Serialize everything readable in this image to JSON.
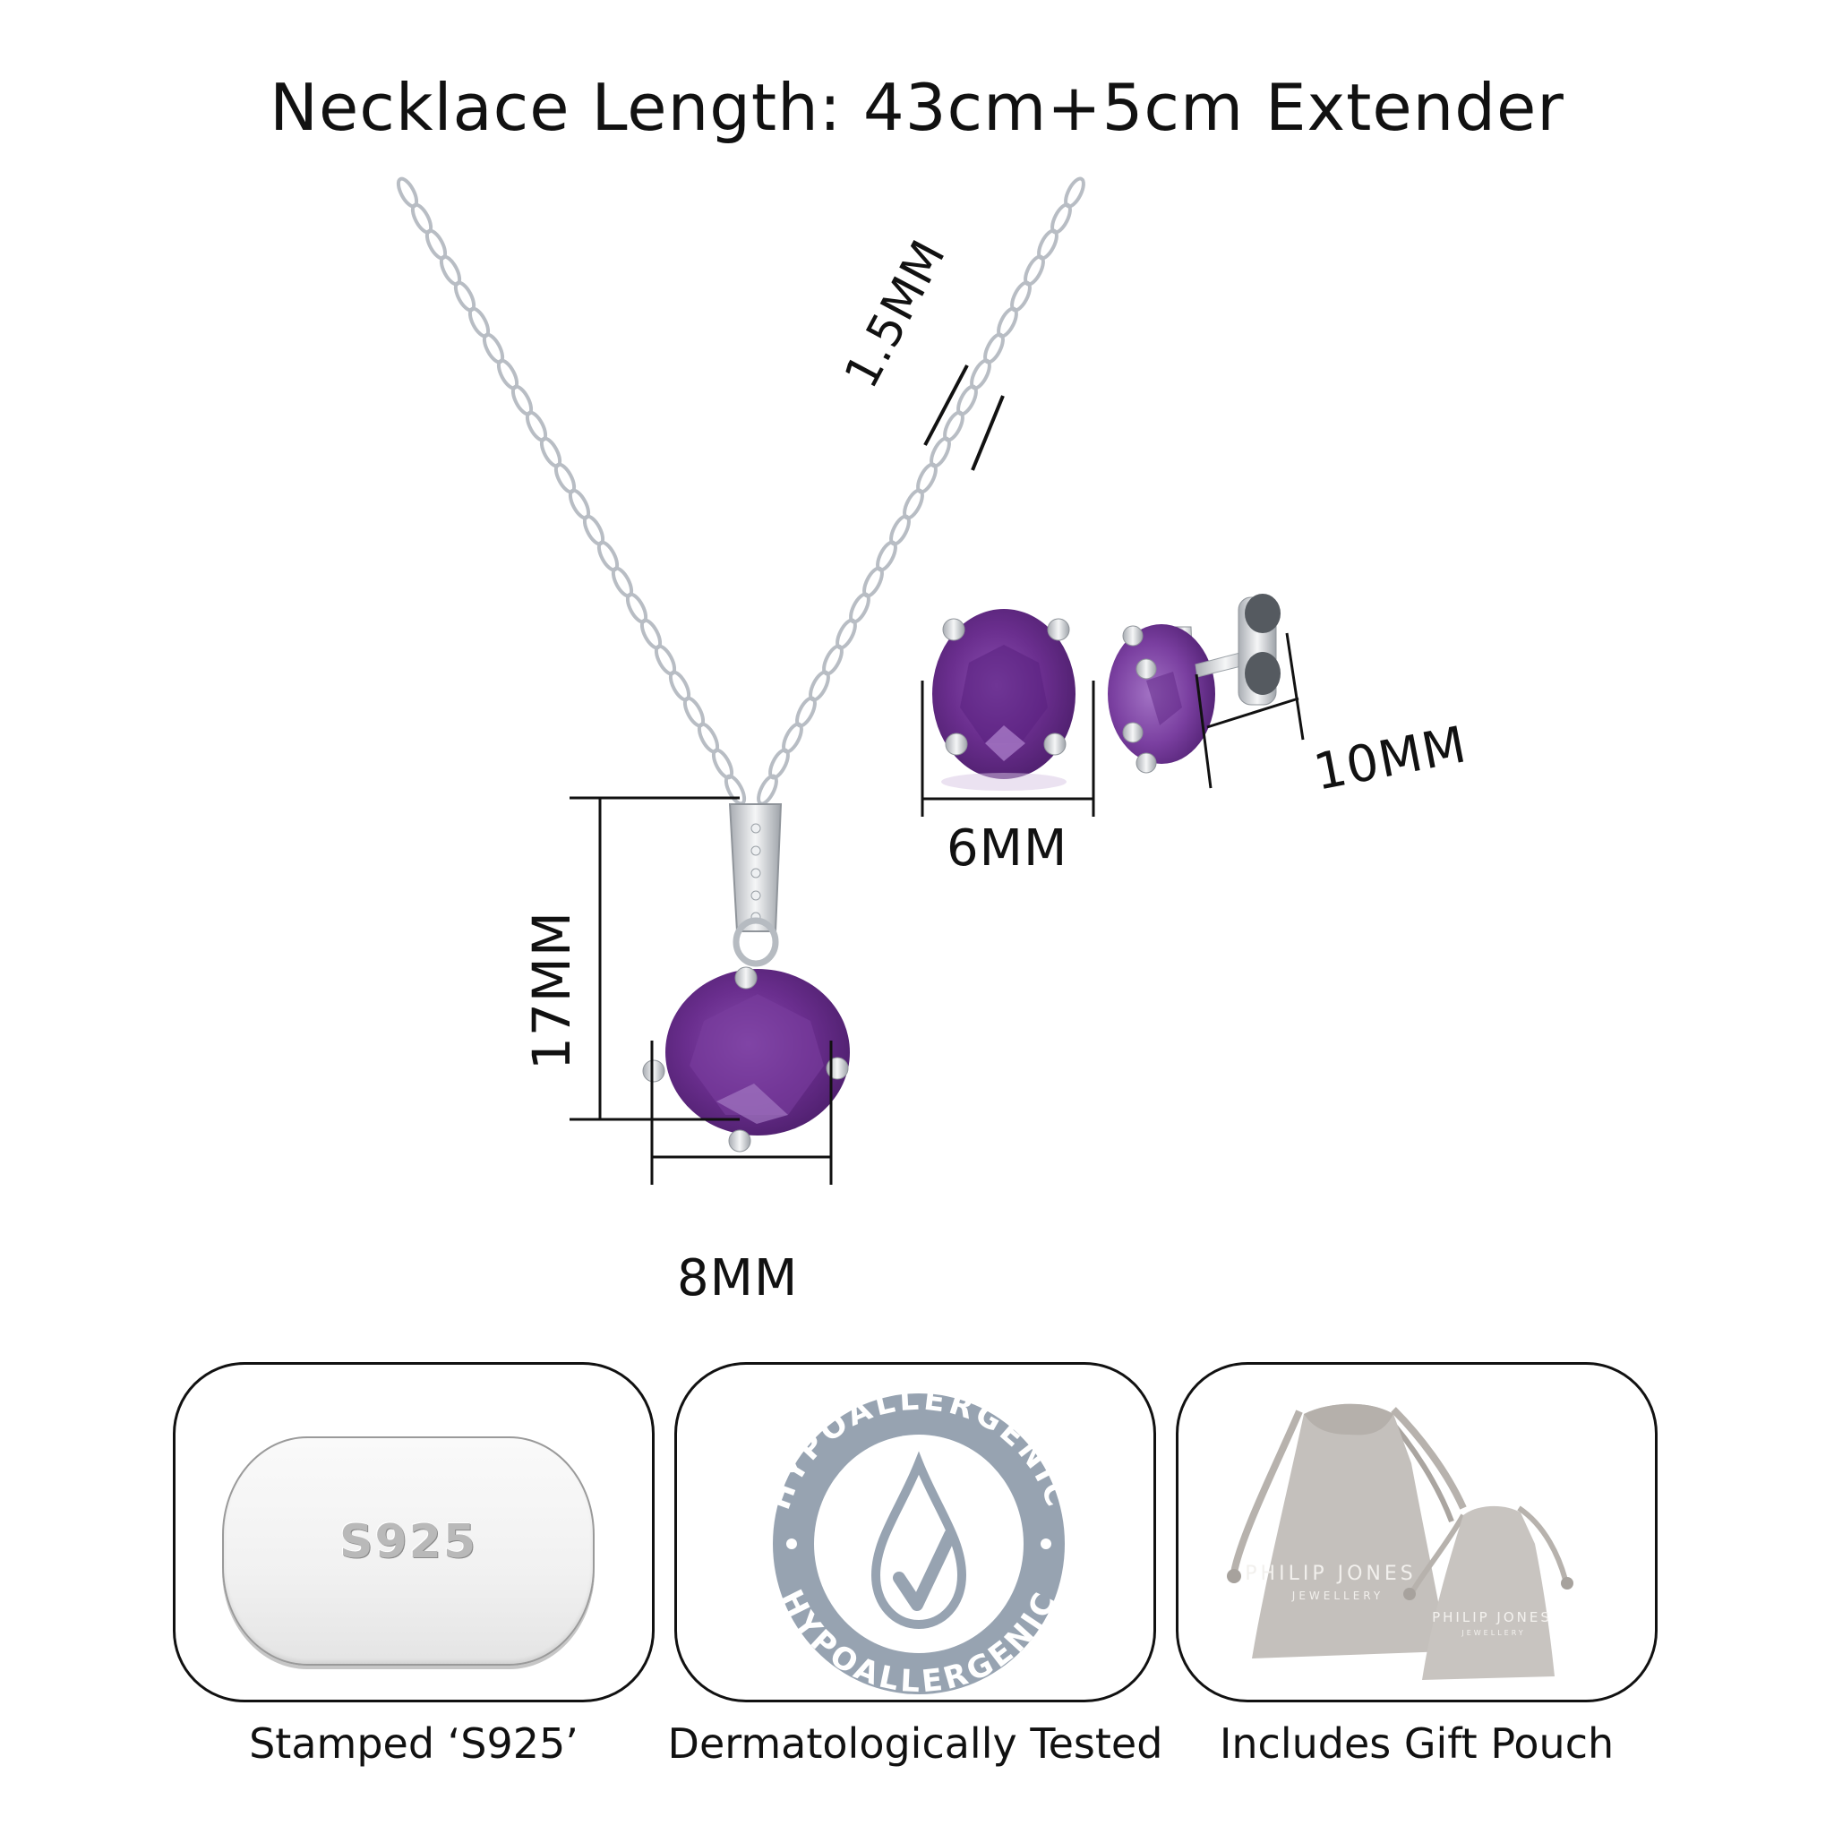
{
  "header": {
    "title": "Necklace Length: 43cm+5cm Extender"
  },
  "dimensions": {
    "chain_thickness": "1.5MM",
    "pendant_height": "17MM",
    "pendant_width": "8MM",
    "stud_width": "6MM",
    "stud_depth": "10MM"
  },
  "products": {
    "necklace": {
      "icon": "amethyst-pendant-necklace",
      "stone_color": "#6a2e8e"
    },
    "earrings": {
      "icon": "amethyst-stud-earrings",
      "stone_color": "#6b2f90"
    }
  },
  "features": [
    {
      "icon": "stamped-tag-icon",
      "stamp_text": "S925",
      "caption": "Stamped ‘S925’"
    },
    {
      "icon": "hypoallergenic-badge-icon",
      "badge_text": "HYPOALLERGENIC",
      "badge_color": "#97a3b1",
      "caption": "Dermatologically Tested"
    },
    {
      "icon": "gift-pouch-icon",
      "brand_name": "PHILIP JONES",
      "brand_sub": "JEWELLERY",
      "pouch_color": "#c4c0bc",
      "caption": "Includes Gift Pouch"
    }
  ],
  "colors": {
    "text": "#111111",
    "silver": "#d9dce0",
    "amethyst": "#6a2e8e"
  }
}
